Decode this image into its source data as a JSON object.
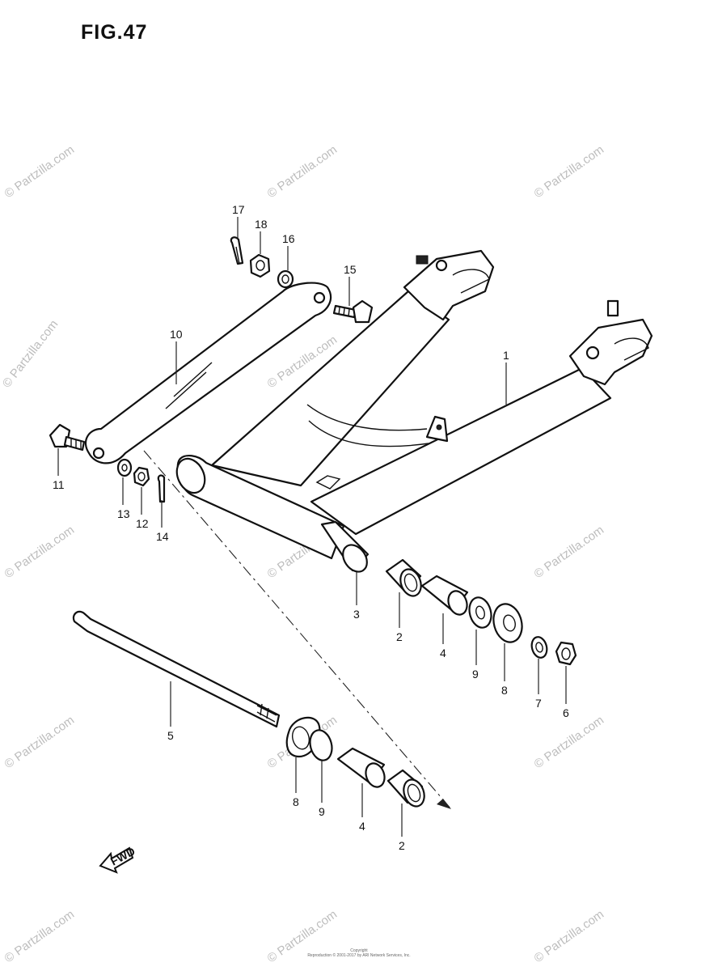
{
  "figure_title": "FIG.47",
  "watermark": "© Partzilla.com",
  "fwd_label": "FWD",
  "footer": {
    "line1": "Copyright",
    "line2": "Reproduction © 2001-2017 by ARI Network Services, Inc."
  },
  "callouts": [
    "1",
    "2",
    "3",
    "4",
    "5",
    "6",
    "7",
    "8",
    "9",
    "10",
    "11",
    "12",
    "13",
    "14",
    "15",
    "16",
    "17",
    "18",
    "2",
    "4",
    "8",
    "9"
  ]
}
